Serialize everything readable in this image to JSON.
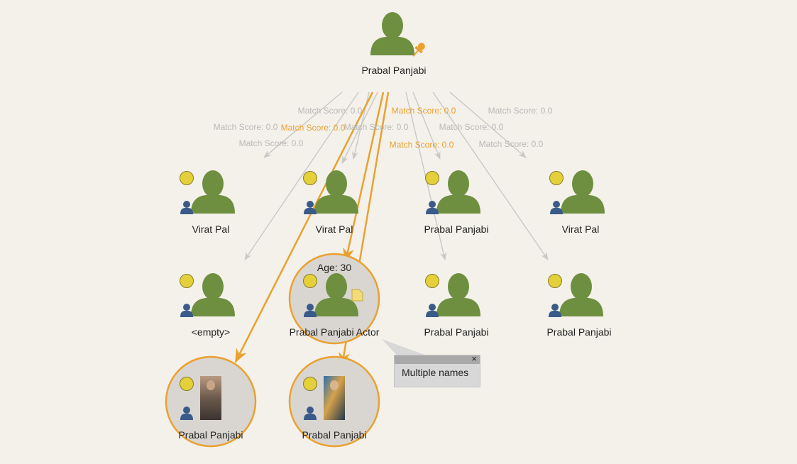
{
  "colors": {
    "background": "#f4f1ea",
    "person": "#6e8f3f",
    "badge_person": "#3a5b8a",
    "status_dot": "#e3d03a",
    "highlight": "#e9a130",
    "edge_normal": "#c8c8c8",
    "edge_label_normal": "#b8b8b8",
    "selected_fill": "#d9d6d1",
    "pin": "#e9a130"
  },
  "root": {
    "label": "Prabal Panjabi",
    "pinned": true,
    "icon": "person-icon"
  },
  "nodes": [
    {
      "label": "Virat Pal"
    },
    {
      "label": "Virat Pal"
    },
    {
      "label": "Prabal Panjabi"
    },
    {
      "label": "Virat Pal"
    },
    {
      "label": "<empty>"
    },
    {
      "label": "Prabal Panjabi Actor",
      "highlight": true,
      "top_text": "Age: 30",
      "note": true
    },
    {
      "label": "Prabal Panjabi"
    },
    {
      "label": "Prabal Panjabi"
    },
    {
      "label": "Prabal Panjabi",
      "highlight": true,
      "photo": "seated-man-photo"
    },
    {
      "label": "Prabal Panjabi",
      "highlight": true,
      "photo": "standing-man-photo"
    }
  ],
  "edges": [
    {
      "label": "Match Score: 0.0",
      "highlight": false
    },
    {
      "label": "Match Score: 0.0",
      "highlight": false
    },
    {
      "label": "Match Score: 0.0",
      "highlight": false
    },
    {
      "label": "Match Score: 0.0",
      "highlight": true
    },
    {
      "label": "Match Score: 0.0",
      "highlight": false
    },
    {
      "label": "Match Score: 0.0",
      "highlight": true
    },
    {
      "label": "Match Score: 0.0",
      "highlight": true
    },
    {
      "label": "Match Score: 0.0",
      "highlight": false
    },
    {
      "label": "Match Score: 0.0",
      "highlight": false
    },
    {
      "label": "Match Score: 0.0",
      "highlight": false
    }
  ],
  "callout": {
    "text": "Multiple names",
    "close": "×"
  }
}
